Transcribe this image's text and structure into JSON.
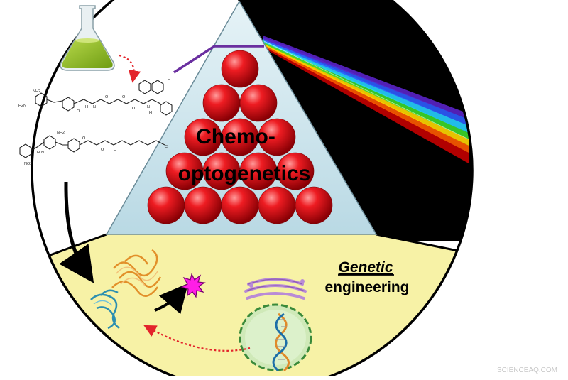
{
  "title": {
    "line1": "Chemo-",
    "line2": "optogenetics"
  },
  "genetic_label": {
    "word1": "Genetic",
    "word2": "engineering"
  },
  "watermark": "SCIENCEAQ.COM",
  "colors": {
    "background_dark": "#000000",
    "yellow_region": "#f7f2a6",
    "triangle_fill": "#cfe6ee",
    "sphere_red": "#e8141a",
    "flask_liquid": "#8dbb1f",
    "laser_purple": "#6a2fa0",
    "membrane_purple": "#b98bd6",
    "nucleus_green": "#cfe9b8",
    "dna_orange": "#e08a2a",
    "star_magenta": "#ff1ee6",
    "arrow_red_dotted": "#e3242b"
  },
  "icons": [
    "flask-icon",
    "protein-icon",
    "fluorophore-star-icon",
    "cell-icon",
    "dna-icon"
  ],
  "molecule_labels": {
    "m1": [
      "NH2",
      "H2N",
      "O",
      "H",
      "N",
      "O",
      "O",
      "O",
      "N",
      "H",
      "O"
    ],
    "m2": [
      "NH2",
      "O",
      "H",
      "N",
      "O",
      "O",
      "Cl",
      "NO2"
    ],
    "m3": [
      "O",
      "N",
      "O"
    ]
  }
}
